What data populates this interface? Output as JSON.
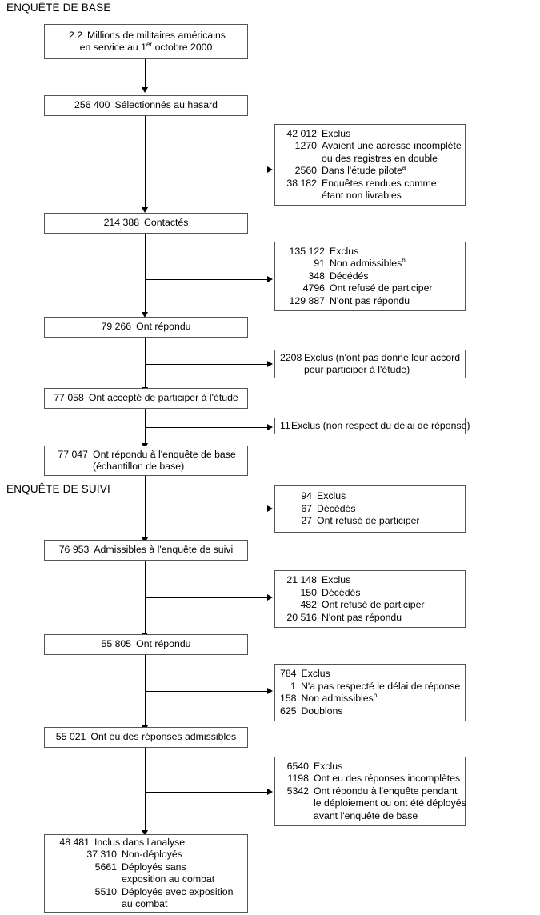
{
  "figure": {
    "type": "flowchart",
    "language": "fr",
    "sections": [
      {
        "id": "baseline",
        "label": "ENQUÊTE DE BASE"
      },
      {
        "id": "followup",
        "label": "ENQUÊTE DE SUIVI"
      }
    ]
  },
  "nodes": [
    {
      "id": "n1",
      "align": "center",
      "lines": [
        {
          "num": "2.2",
          "txt": "Millions de militaires américains"
        },
        {
          "num": "",
          "txt": "en service au 1er octobre 2000"
        }
      ],
      "text_full": "2.2  Millions de militaires américains en service au 1er octobre 2000"
    },
    {
      "id": "n2",
      "align": "center",
      "lines": [
        {
          "num": "256 400",
          "txt": "Sélectionnés au hasard"
        }
      ],
      "text_full": "256 400  Sélectionnés au hasard"
    },
    {
      "id": "n3",
      "align": "center",
      "lines": [
        {
          "num": "214 388",
          "txt": "Contactés"
        }
      ],
      "text_full": "214 388  Contactés"
    },
    {
      "id": "n4",
      "align": "center",
      "lines": [
        {
          "num": "79 266",
          "txt": "Ont répondu"
        }
      ],
      "text_full": "79 266  Ont répondu"
    },
    {
      "id": "n5",
      "align": "center",
      "lines": [
        {
          "num": "77 058",
          "txt": "Ont accepté de participer à l'étude"
        }
      ],
      "text_full": "77 058  Ont accepté de participer à l'étude"
    },
    {
      "id": "n6",
      "align": "left",
      "lines": [
        {
          "num": "77 047",
          "txt": "Ont répondu à l'enquête de base"
        },
        {
          "num": "",
          "txt": "(échantillon de base)"
        }
      ],
      "text_full": "77 047  Ont répondu à l'enquête de base (échantillon de base)"
    },
    {
      "id": "n7",
      "align": "center",
      "lines": [
        {
          "num": "76 953",
          "txt": "Admissibles à l'enquête de suivi"
        }
      ],
      "text_full": "76 953  Admissibles à l'enquête de suivi"
    },
    {
      "id": "n8",
      "align": "center",
      "lines": [
        {
          "num": "55 805",
          "txt": "Ont répondu"
        }
      ],
      "text_full": "55 805  Ont répondu"
    },
    {
      "id": "n9",
      "align": "center",
      "lines": [
        {
          "num": "55 021",
          "txt": "Ont eu des réponses admissibles"
        }
      ],
      "text_full": "55 021  Ont eu des réponses admissibles"
    },
    {
      "id": "n10",
      "align": "left",
      "lines": [
        {
          "num": "48 481",
          "txt": "Inclus dans l'analyse"
        },
        {
          "num": "37 310",
          "txt": "Non-déployés"
        },
        {
          "num": "5661",
          "txt": "Déployés sans"
        },
        {
          "num": "",
          "txt": "exposition au combat"
        },
        {
          "num": "5510",
          "txt": "Déployés avec exposition"
        },
        {
          "num": "",
          "txt": "au combat"
        }
      ],
      "text_full": "48 481 Inclus dans l'analyse; 37 310 Non-déployés; 5661 Déployés sans exposition au combat; 5510 Déployés avec exposition au combat"
    }
  ],
  "exclusions": [
    {
      "id": "e1",
      "lines": [
        {
          "num": "42 012",
          "txt": "Exclus",
          "sup": ""
        },
        {
          "num": "1270",
          "txt": "Avaient une adresse incomplète",
          "sup": ""
        },
        {
          "num": "",
          "txt": "ou des registres en double",
          "sup": ""
        },
        {
          "num": "2560",
          "txt": "Dans l'étude pilote",
          "sup": "a"
        },
        {
          "num": "38 182",
          "txt": "Enquêtes rendues comme",
          "sup": ""
        },
        {
          "num": "",
          "txt": "étant non livrables",
          "sup": ""
        }
      ],
      "text_full": "42 012 Exclus; 1270 Avaient une adresse incomplète ou des registres en double; 2560 Dans l'étude pilote(a); 38 182 Enquêtes rendues comme étant non livrables"
    },
    {
      "id": "e2",
      "lines": [
        {
          "num": "135 122",
          "txt": "Exclus",
          "sup": ""
        },
        {
          "num": "91",
          "txt": "Non admissibles",
          "sup": "b"
        },
        {
          "num": "348",
          "txt": "Décédés",
          "sup": ""
        },
        {
          "num": "4796",
          "txt": "Ont refusé de participer",
          "sup": ""
        },
        {
          "num": "129 887",
          "txt": "N'ont pas répondu",
          "sup": ""
        }
      ],
      "text_full": "135 122 Exclus; 91 Non admissibles(b); 348 Décédés; 4796 Ont refusé de participer; 129 887 N'ont pas répondu"
    },
    {
      "id": "e3",
      "lines": [
        {
          "num": "2208",
          "txt": "Exclus (n'ont pas donné leur accord",
          "sup": ""
        },
        {
          "num": "",
          "txt": "pour participer à l'étude)",
          "sup": ""
        }
      ],
      "text_full": "2208 Exclus (n'ont pas donné leur accord pour participer à l'étude)"
    },
    {
      "id": "e4",
      "lines": [
        {
          "num": "11",
          "txt": "Exclus (non respect du délai de réponse)",
          "sup": ""
        }
      ],
      "text_full": "11 Exclus (non respect du délai de réponse)"
    },
    {
      "id": "e5",
      "lines": [
        {
          "num": "94",
          "txt": "Exclus",
          "sup": ""
        },
        {
          "num": "67",
          "txt": "Décédés",
          "sup": ""
        },
        {
          "num": "27",
          "txt": "Ont refusé de participer",
          "sup": ""
        }
      ],
      "text_full": "94 Exclus; 67 Décédés; 27 Ont refusé de participer"
    },
    {
      "id": "e6",
      "lines": [
        {
          "num": "21 148",
          "txt": "Exclus",
          "sup": ""
        },
        {
          "num": "150",
          "txt": "Décédés",
          "sup": ""
        },
        {
          "num": "482",
          "txt": "Ont refusé de participer",
          "sup": ""
        },
        {
          "num": "20 516",
          "txt": "N'ont pas répondu",
          "sup": ""
        }
      ],
      "text_full": "21 148 Exclus; 150 Décédés; 482 Ont refusé de participer; 20 516 N'ont pas répondu"
    },
    {
      "id": "e7",
      "lines": [
        {
          "num": "784",
          "txt": "Exclus",
          "sup": ""
        },
        {
          "num": "1",
          "txt": "N'a pas respecté le délai de réponse",
          "sup": ""
        },
        {
          "num": "158",
          "txt": "Non admissibles",
          "sup": "b"
        },
        {
          "num": "625",
          "txt": "Doublons",
          "sup": ""
        }
      ],
      "text_full": "784 Exclus; 1 N'a pas respecté le délai de réponse; 158 Non admissibles(b); 625 Doublons"
    },
    {
      "id": "e8",
      "lines": [
        {
          "num": "6540",
          "txt": "Exclus",
          "sup": ""
        },
        {
          "num": "1198",
          "txt": "Ont eu des réponses incomplètes",
          "sup": ""
        },
        {
          "num": "5342",
          "txt": "Ont répondu à l'enquête pendant",
          "sup": ""
        },
        {
          "num": "",
          "txt": "le déploiement ou ont été déployés",
          "sup": ""
        },
        {
          "num": "",
          "txt": "avant l'enquête de base",
          "sup": ""
        }
      ],
      "text_full": "6540 Exclus; 1198 Ont eu des réponses incomplètes; 5342 Ont répondu à l'enquête pendant le déploiement ou ont été déployés avant l'enquête de base"
    }
  ],
  "colors": {
    "border": "#555555",
    "line": "#000000",
    "background": "#ffffff",
    "text": "#000000"
  }
}
